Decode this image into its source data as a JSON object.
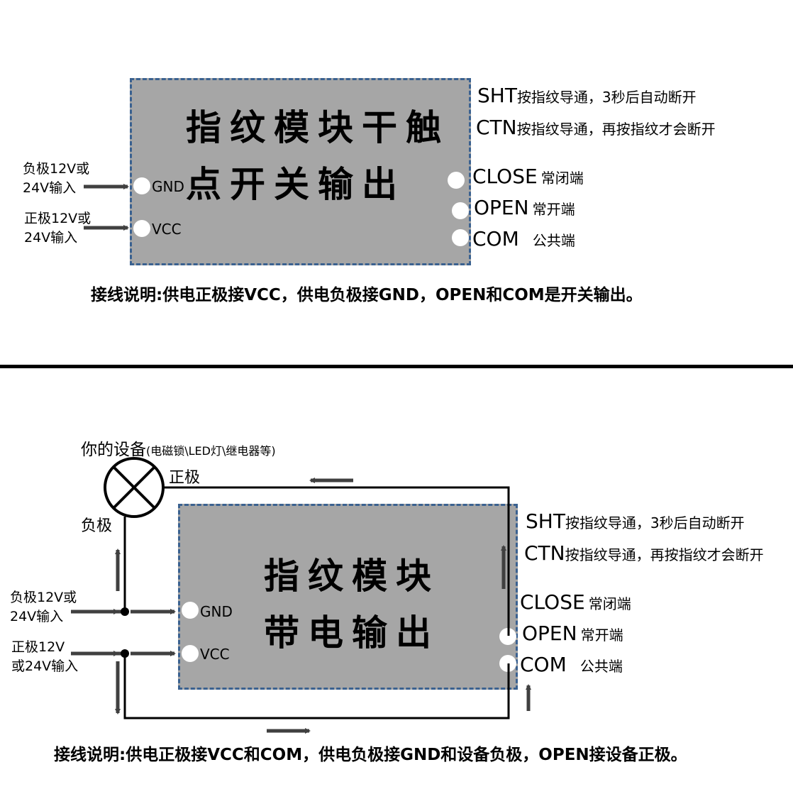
{
  "panel1": {
    "module_title_line1": "指纹模块干触",
    "module_title_line2": "点开关输出",
    "pin_gnd": "GND",
    "pin_vcc": "VCC",
    "neg_input_line1": "负极12V或",
    "neg_input_line2": "24V输入",
    "pos_input_line1": "正极12V或",
    "pos_input_line2": "24V输入",
    "sht_label": "SHT",
    "sht_desc": "按指纹导通，3秒后自动断开",
    "ctn_label": "CTN",
    "ctn_desc": "按指纹导通，再按指纹才会断开",
    "close_label": "CLOSE",
    "close_desc": "常闭端",
    "open_label": "OPEN",
    "open_desc": "常开端",
    "com_label": "COM",
    "com_desc": "公共端",
    "wiring_note": "接线说明:供电正极接VCC，供电负极接GND，OPEN和COM是开关输出。"
  },
  "panel2": {
    "device_label": "你的设备",
    "device_examples": "(电磁锁\\LED灯\\继电器等)",
    "device_pos": "正极",
    "device_neg": "负极",
    "module_title_line1": "指纹模块",
    "module_title_line2": "带电输出",
    "pin_gnd": "GND",
    "pin_vcc": "VCC",
    "neg_input_line1": "负极12V或",
    "neg_input_line2": "24V输入",
    "pos_input_line1": "正极12V",
    "pos_input_line2": "或24V输入",
    "sht_label": "SHT",
    "sht_desc": "按指纹导通，3秒后自动断开",
    "ctn_label": "CTN",
    "ctn_desc": "按指纹导通，再按指纹才会断开",
    "close_label": "CLOSE",
    "close_desc": "常闭端",
    "open_label": "OPEN",
    "open_desc": "常开端",
    "com_label": "COM",
    "com_desc": "公共端",
    "wiring_note": "接线说明:供电正极接VCC和COM，供电负极接GND和设备负极，OPEN接设备正极。"
  },
  "colors": {
    "module_fill": "#a6a6a6",
    "module_border": "#3a6190",
    "arrow": "#404040",
    "wire": "#000000"
  }
}
